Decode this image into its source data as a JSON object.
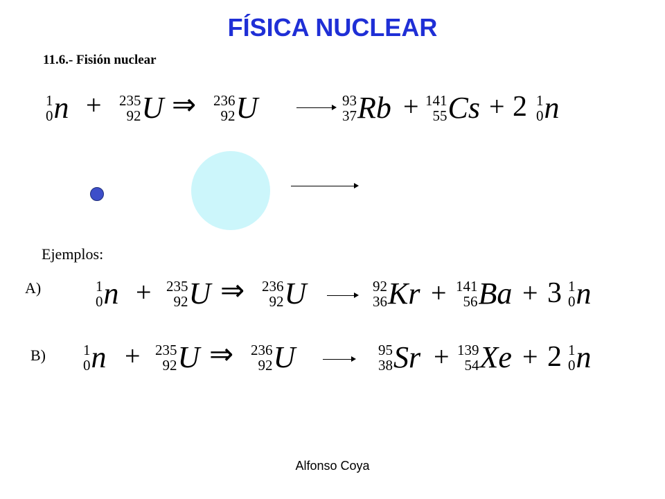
{
  "title": "FÍSICA NUCLEAR",
  "subtitle": "11.6.- Fisión nuclear",
  "examples_label": "Ejemplos:",
  "footer": "Alfonso Coya",
  "colors": {
    "title": "#1f2fd6",
    "neutron": "#3d4ec9",
    "uranium": "#ccf6fb"
  },
  "main_reaction": {
    "n1": {
      "mass": "1",
      "atomic": "0",
      "symbol": "n"
    },
    "plus1": "+",
    "u235": {
      "mass": "235",
      "atomic": "92",
      "symbol": "U"
    },
    "implies": "⇒",
    "u236": {
      "mass": "236",
      "atomic": "92",
      "symbol": "U"
    },
    "p1": {
      "mass": "93",
      "atomic": "37",
      "symbol": "Rb"
    },
    "plus2": "+",
    "p2": {
      "mass": "141",
      "atomic": "55",
      "symbol": "Cs"
    },
    "plus3": "+",
    "coef": "2",
    "n2": {
      "mass": "1",
      "atomic": "0",
      "symbol": "n"
    }
  },
  "example_a": {
    "label": "A)",
    "n1": {
      "mass": "1",
      "atomic": "0",
      "symbol": "n"
    },
    "plus1": "+",
    "u235": {
      "mass": "235",
      "atomic": "92",
      "symbol": "U"
    },
    "implies": "⇒",
    "u236": {
      "mass": "236",
      "atomic": "92",
      "symbol": "U"
    },
    "p1": {
      "mass": "92",
      "atomic": "36",
      "symbol": "Kr"
    },
    "plus2": "+",
    "p2": {
      "mass": "141",
      "atomic": "56",
      "symbol": "Ba"
    },
    "plus3": "+",
    "coef": "3",
    "n2": {
      "mass": "1",
      "atomic": "0",
      "symbol": "n"
    }
  },
  "example_b": {
    "label": "B)",
    "n1": {
      "mass": "1",
      "atomic": "0",
      "symbol": "n"
    },
    "plus1": "+",
    "u235": {
      "mass": "235",
      "atomic": "92",
      "symbol": "U"
    },
    "implies": "⇒",
    "u236": {
      "mass": "236",
      "atomic": "92",
      "symbol": "U"
    },
    "p1": {
      "mass": "95",
      "atomic": "38",
      "symbol": "Sr"
    },
    "plus2": "+",
    "p2": {
      "mass": "139",
      "atomic": "54",
      "symbol": "Xe"
    },
    "plus3": "+",
    "coef": "2",
    "n2": {
      "mass": "1",
      "atomic": "0",
      "symbol": "n"
    }
  }
}
